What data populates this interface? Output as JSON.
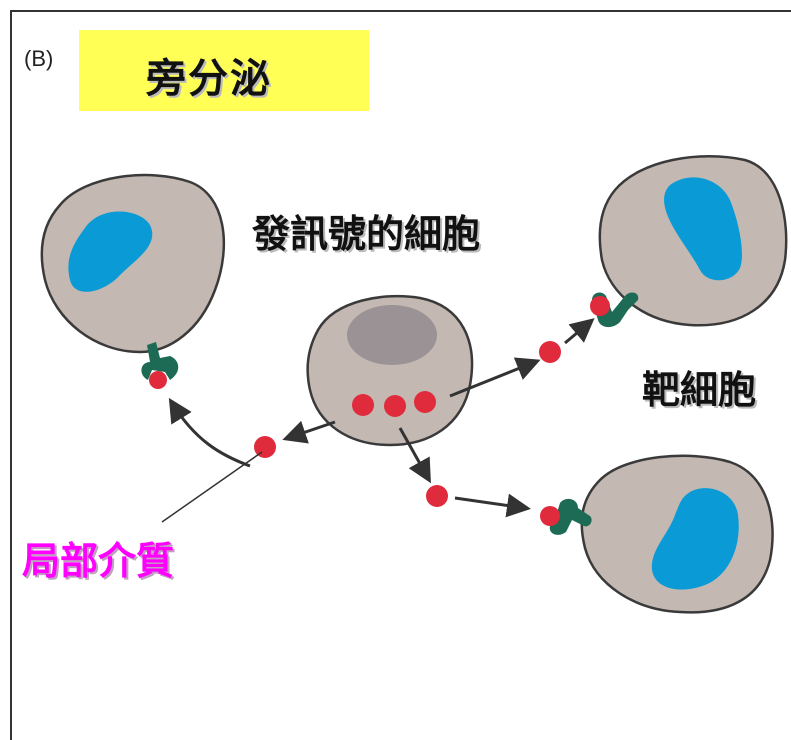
{
  "panel_label": "(B)",
  "title": "旁分泌",
  "labels": {
    "signaling_cell": "發訊號的細胞",
    "target_cell": "靶細胞",
    "local_mediator": "局部介質"
  },
  "colors": {
    "title_highlight": "#ffff55",
    "cell_body": "#c4b8b2",
    "cell_outline": "#3a3a3a",
    "nucleus_target": "#0a9ad6",
    "nucleus_signal": "#9a9294",
    "signal_molecule": "#e02b3c",
    "receptor": "#1e6b55",
    "local_mediator_text": "#ff00ff"
  }
}
